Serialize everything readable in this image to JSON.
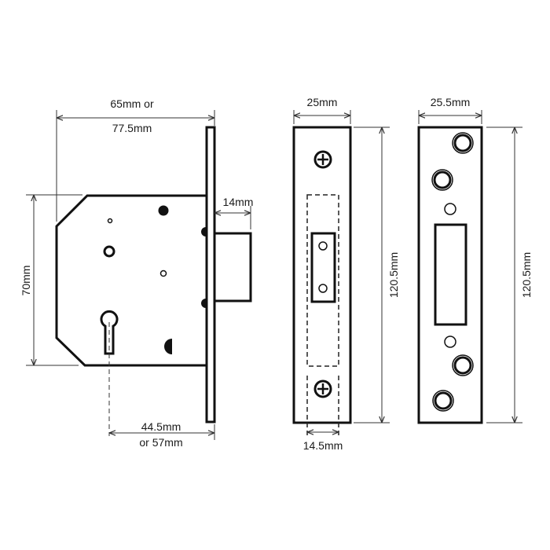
{
  "diagram": {
    "lock_body": {
      "width_label_line1": "65mm or",
      "width_label_line2": "77.5mm",
      "height_label": "70mm",
      "bolt_throw_label": "14mm",
      "backset_label_line1": "44.5mm",
      "backset_label_line2": "or 57mm"
    },
    "forend_plate": {
      "width_label": "25mm",
      "height_label": "120.5mm",
      "bolt_hole_width_label": "14.5mm"
    },
    "strike_plate": {
      "width_label": "25.5mm",
      "height_label": "120.5mm"
    },
    "line_color": "#111111"
  }
}
